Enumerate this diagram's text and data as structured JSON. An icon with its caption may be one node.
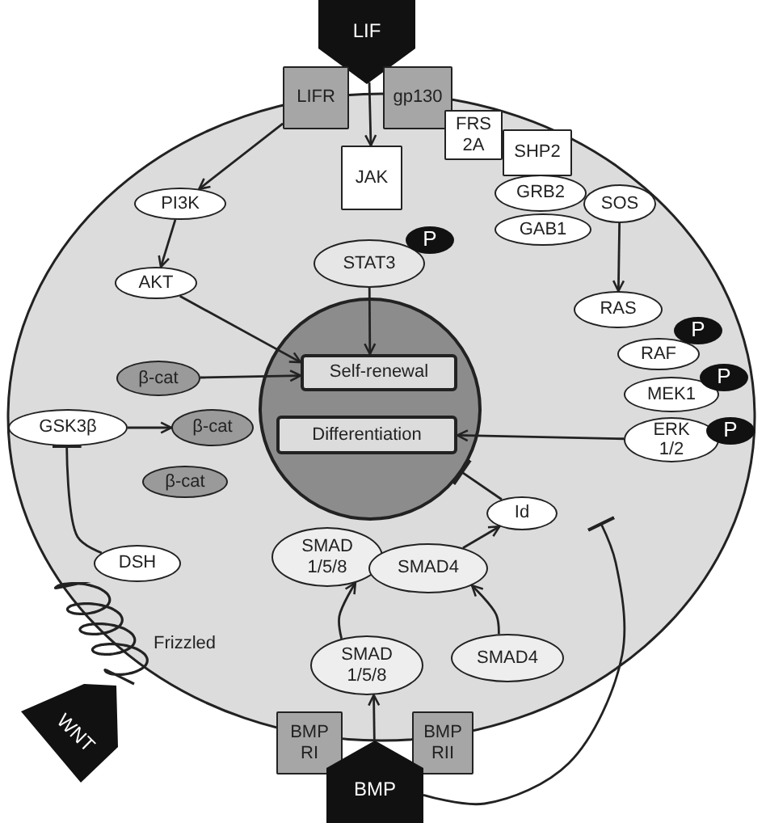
{
  "diagram": {
    "nodes": [
      {
        "text": [
          "LIF"
        ]
      },
      {
        "text": [
          "LIFR"
        ]
      },
      {
        "text": [
          "gp130"
        ]
      },
      {
        "text": [
          "FRS 2A"
        ]
      },
      {
        "text": [
          "SHP2"
        ]
      },
      {
        "text": [
          "JAK"
        ]
      },
      {
        "text": [
          "GRB2"
        ]
      },
      {
        "text": [
          "PI3K"
        ]
      },
      {
        "text": [
          "SOS"
        ]
      },
      {
        "text": [
          "GAB1"
        ]
      },
      {
        "text": [
          "P"
        ]
      },
      {
        "text": [
          "STAT3"
        ]
      },
      {
        "text": [
          "AKT"
        ]
      },
      {
        "text": [],
        "shape": "circle"
      },
      {
        "text": [
          "RAS"
        ]
      },
      {
        "text": [
          "P"
        ]
      },
      {
        "text": [
          "Self-renewal"
        ],
        "in": 13
      },
      {
        "text": [
          "RAF"
        ]
      },
      {
        "text": [
          "β-cat"
        ]
      },
      {
        "text": [
          "P"
        ]
      },
      {
        "text": [
          "MEK1"
        ]
      },
      {
        "text": [
          "Differentiation"
        ],
        "in": 13
      },
      {
        "text": [
          "GSK3β"
        ]
      },
      {
        "text": [
          "β-cat"
        ]
      },
      {
        "text": [
          "ERK 1/2"
        ]
      },
      {
        "text": [
          "P"
        ]
      },
      {
        "text": [
          "β-cat"
        ]
      },
      {
        "text": [
          "Id"
        ]
      },
      {
        "text": [
          "DSH"
        ]
      },
      {
        "text": [
          "SMAD 1/5/8"
        ]
      },
      {
        "text": [
          "SMAD4"
        ]
      },
      {
        "text": [
          "Frizzled"
        ]
      },
      {
        "text": [
          "SMAD 1/5/8"
        ]
      },
      {
        "text": [
          "SMAD4"
        ]
      },
      {
        "text": [
          "BMP RI"
        ]
      },
      {
        "text": [
          "BMP RII"
        ]
      },
      {
        "text": [
          "WNT"
        ]
      },
      {
        "text": [
          "BMP"
        ]
      }
    ],
    "edges": [
      {
        "from": 0,
        "to": 5,
        "arrow": "to"
      },
      {
        "from": 1,
        "to": 7,
        "arrow": "to"
      },
      {
        "from": 7,
        "to": 12,
        "arrow": "to"
      },
      {
        "from": 12,
        "to": 16,
        "arrow": "to"
      },
      {
        "from": 11,
        "to": 16,
        "arrow": "to"
      },
      {
        "from": 18,
        "to": 16,
        "arrow": "to"
      },
      {
        "from": 22,
        "to": 23,
        "arrow": "to"
      },
      {
        "from": 24,
        "to": 21,
        "arrow": "to"
      },
      {
        "from": 27,
        "to": 13,
        "arrow": "other"
      },
      {
        "from": 30,
        "to": 27,
        "arrow": "to"
      },
      {
        "from": 32,
        "to": 29,
        "arrow": "to"
      },
      {
        "from": 33,
        "to": 30,
        "arrow": "to"
      },
      {
        "from": 37,
        "to": 32,
        "arrow": "to"
      },
      {
        "from": 28,
        "to": 22,
        "arrow": "other"
      },
      {
        "from": 37,
        "to": null,
        "arrow": "other"
      },
      {
        "from": 8,
        "to": 14,
        "arrow": "to"
      }
    ]
  }
}
